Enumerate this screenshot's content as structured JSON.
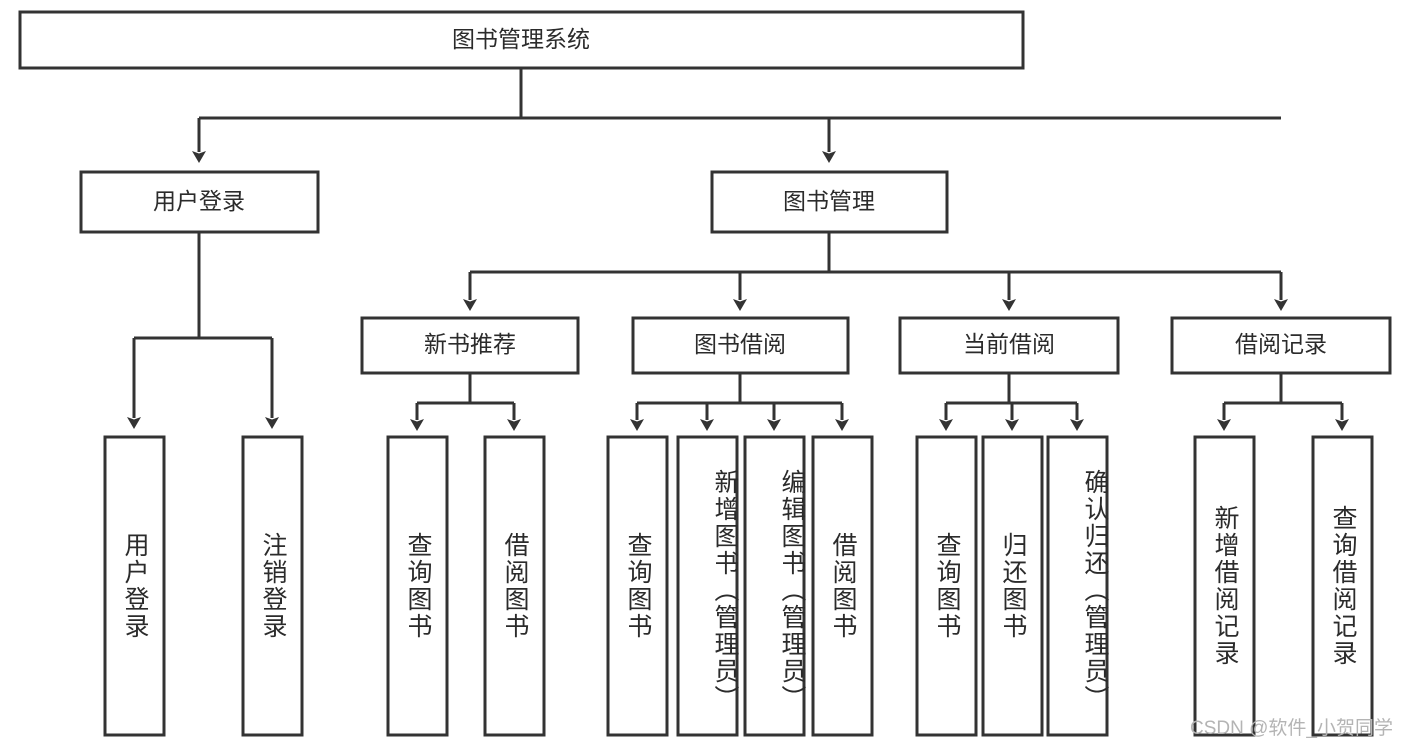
{
  "diagram": {
    "title": "图书管理系统",
    "type": "tree-hierarchy-diagram",
    "colors": {
      "stroke": "#333333",
      "fill": "#ffffff",
      "text": "#2b2b2b",
      "watermark": "#b4b4b4"
    },
    "root": {
      "label": "图书管理系统"
    },
    "level1": [
      {
        "label": "用户登录"
      },
      {
        "label": "图书管理"
      }
    ],
    "level2": [
      {
        "label": "新书推荐"
      },
      {
        "label": "图书借阅"
      },
      {
        "label": "当前借阅"
      },
      {
        "label": "借阅记录"
      }
    ],
    "leaves": {
      "user_login": [
        {
          "label": "用户登录"
        },
        {
          "label": "注销登录"
        }
      ],
      "new_book": [
        {
          "label": "查询图书"
        },
        {
          "label": "借阅图书"
        }
      ],
      "borrow_book": [
        {
          "label": "查询图书"
        },
        {
          "label": "新增图书（管理员）"
        },
        {
          "label": "编辑图书（管理员）"
        },
        {
          "label": "借阅图书"
        }
      ],
      "current_borrow": [
        {
          "label": "查询图书"
        },
        {
          "label": "归还图书"
        },
        {
          "label": "确认归还（管理员）"
        }
      ],
      "borrow_record": [
        {
          "label": "新增借阅记录"
        },
        {
          "label": "查询借阅记录"
        }
      ]
    }
  },
  "watermark": {
    "text": "CSDN @软件_小贺同学"
  }
}
